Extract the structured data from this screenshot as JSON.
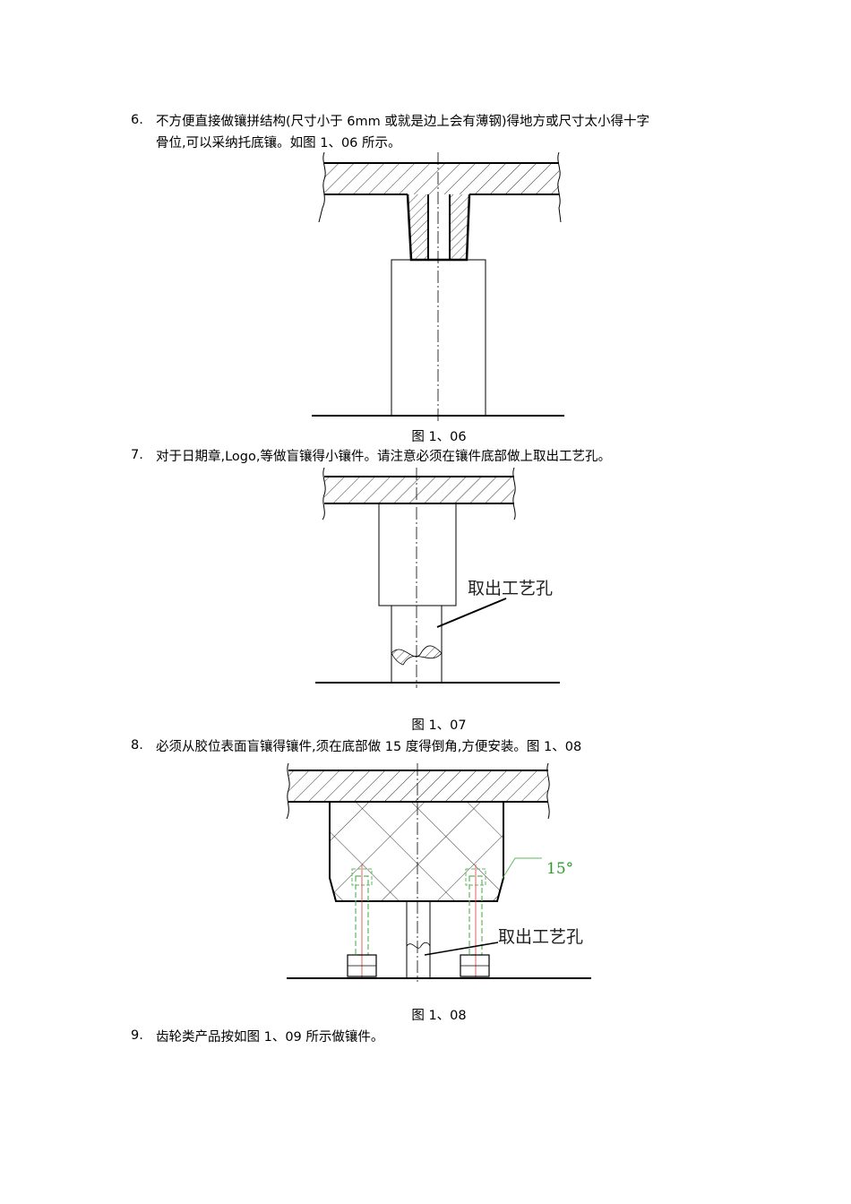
{
  "items": [
    {
      "number": "6.",
      "text_line1": "不方便直接做镶拼结构(尺寸小于 6mm 或就是边上会有薄钢)得地方或尺寸太小得十字",
      "text_line2": "骨位,可以采纳托底镶。如图 1、06 所示。"
    },
    {
      "number": "7.",
      "text": "对于日期章,Logo,等做盲镶得小镶件。请注意必须在镶件底部做上取出工艺孔。"
    },
    {
      "number": "8.",
      "text": "必须从胶位表面盲镶得镶件,须在底部做 15 度得倒角,方便安装。图 1、08"
    },
    {
      "number": "9.",
      "text": "齿轮类产品按如图 1、09 所示做镶件。"
    }
  ],
  "figures": [
    {
      "caption": "图 1、06"
    },
    {
      "caption": "图 1、07",
      "label": "取出工艺孔"
    },
    {
      "caption": "图 1、08",
      "label": "取出工艺孔",
      "angle": "15°"
    }
  ],
  "colors": {
    "text": "#000000",
    "dim_green": "#2e9a2e",
    "center_red": "#e05050"
  }
}
